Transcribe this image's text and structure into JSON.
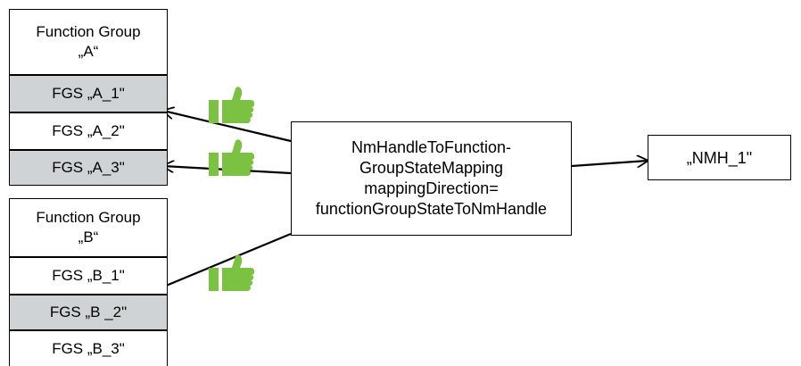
{
  "colors": {
    "grey_fill": "#d0d3d6",
    "thumb_green": "#7cc242",
    "line": "#000000"
  },
  "group_a": {
    "header_line1": "Function Group",
    "header_line2": "„A“",
    "states": [
      {
        "label": "FGS „A_1\"",
        "highlighted": true
      },
      {
        "label": "FGS „A_2\"",
        "highlighted": false
      },
      {
        "label": "FGS „A_3\"",
        "highlighted": true
      }
    ]
  },
  "group_b": {
    "header_line1": "Function Group",
    "header_line2": "„B“",
    "states": [
      {
        "label": "FGS „B_1\"",
        "highlighted": false
      },
      {
        "label": "FGS „B _2\"",
        "highlighted": true
      },
      {
        "label": "FGS „B_3\"",
        "highlighted": false
      }
    ]
  },
  "mapping": {
    "line1": "NmHandleToFunction-",
    "line2": "GroupStateMapping",
    "line3": "mappingDirection=",
    "line4": "functionGroupStateToNmHandle"
  },
  "nm_handle": {
    "label": "„NMH_1\""
  },
  "icons": [
    "thumbs-up-icon",
    "thumbs-up-icon",
    "thumbs-up-icon"
  ]
}
